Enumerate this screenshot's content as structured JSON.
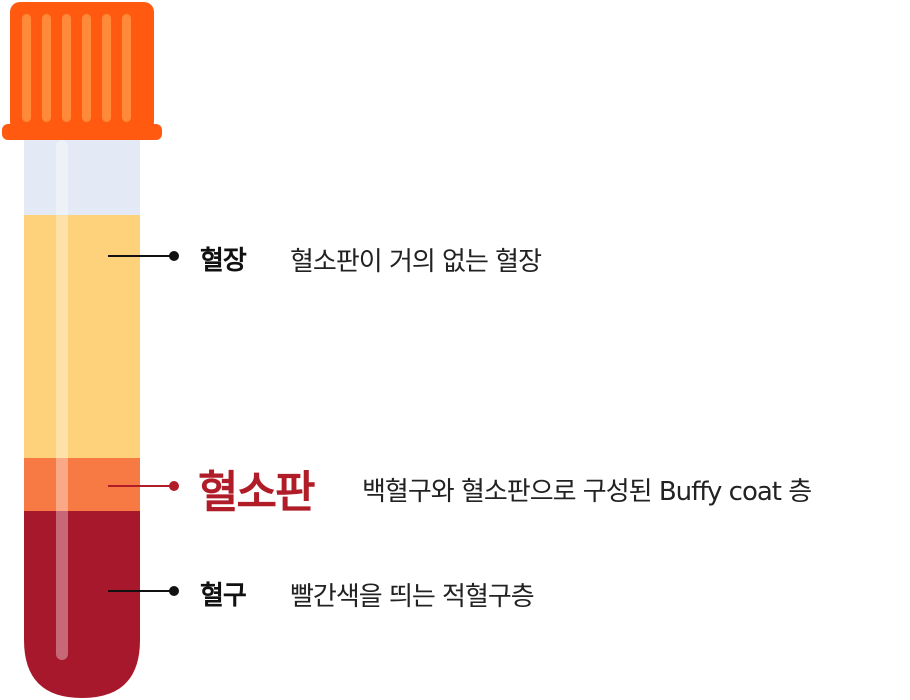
{
  "colors": {
    "cap": "#ff5a10",
    "cap_highlight": "#ff8a3a",
    "air": "#e4eaf5",
    "plasma": "#fdd27a",
    "buffy_coat": "#f77a45",
    "red_cells": "#a8182c",
    "accent_red": "#b01c28"
  },
  "labels": {
    "plasma": {
      "name": "혈장",
      "description": "혈소판이 거의 없는 혈장"
    },
    "buffy": {
      "name": "혈소판",
      "description": "백혈구와 혈소판으로 구성된 Buffy coat 층"
    },
    "rbc": {
      "name": "혈구",
      "description": "빨간색을 띄는 적혈구층"
    }
  }
}
